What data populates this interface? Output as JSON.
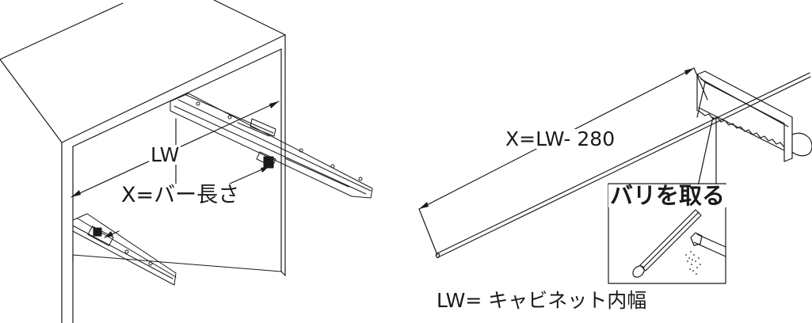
{
  "labels": {
    "lw": "LW",
    "bar_length": "X=バー長さ",
    "cut_length": "X=LW- 280",
    "deburr": "バリを取る",
    "legend": "LW= キャビネット内幅"
  },
  "colors": {
    "line": "#1a1a1a",
    "background": "#ffffff"
  }
}
